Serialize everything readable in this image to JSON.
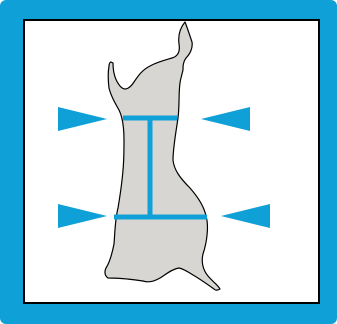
{
  "diagram": {
    "colors": {
      "frame_outer": "#0fa0d8",
      "frame_inner_border": "#000000",
      "panel_background": "#ffffff",
      "carcass_fill": "#d8d6d2",
      "carcass_outline": "#000000",
      "measurement": "#0fa0d8",
      "arrow": "#0fa0d8"
    },
    "arrows": [
      {
        "name": "upper-left-arrow",
        "direction": "right"
      },
      {
        "name": "upper-right-arrow",
        "direction": "left"
      },
      {
        "name": "lower-left-arrow",
        "direction": "right"
      },
      {
        "name": "lower-right-arrow",
        "direction": "left"
      }
    ]
  }
}
